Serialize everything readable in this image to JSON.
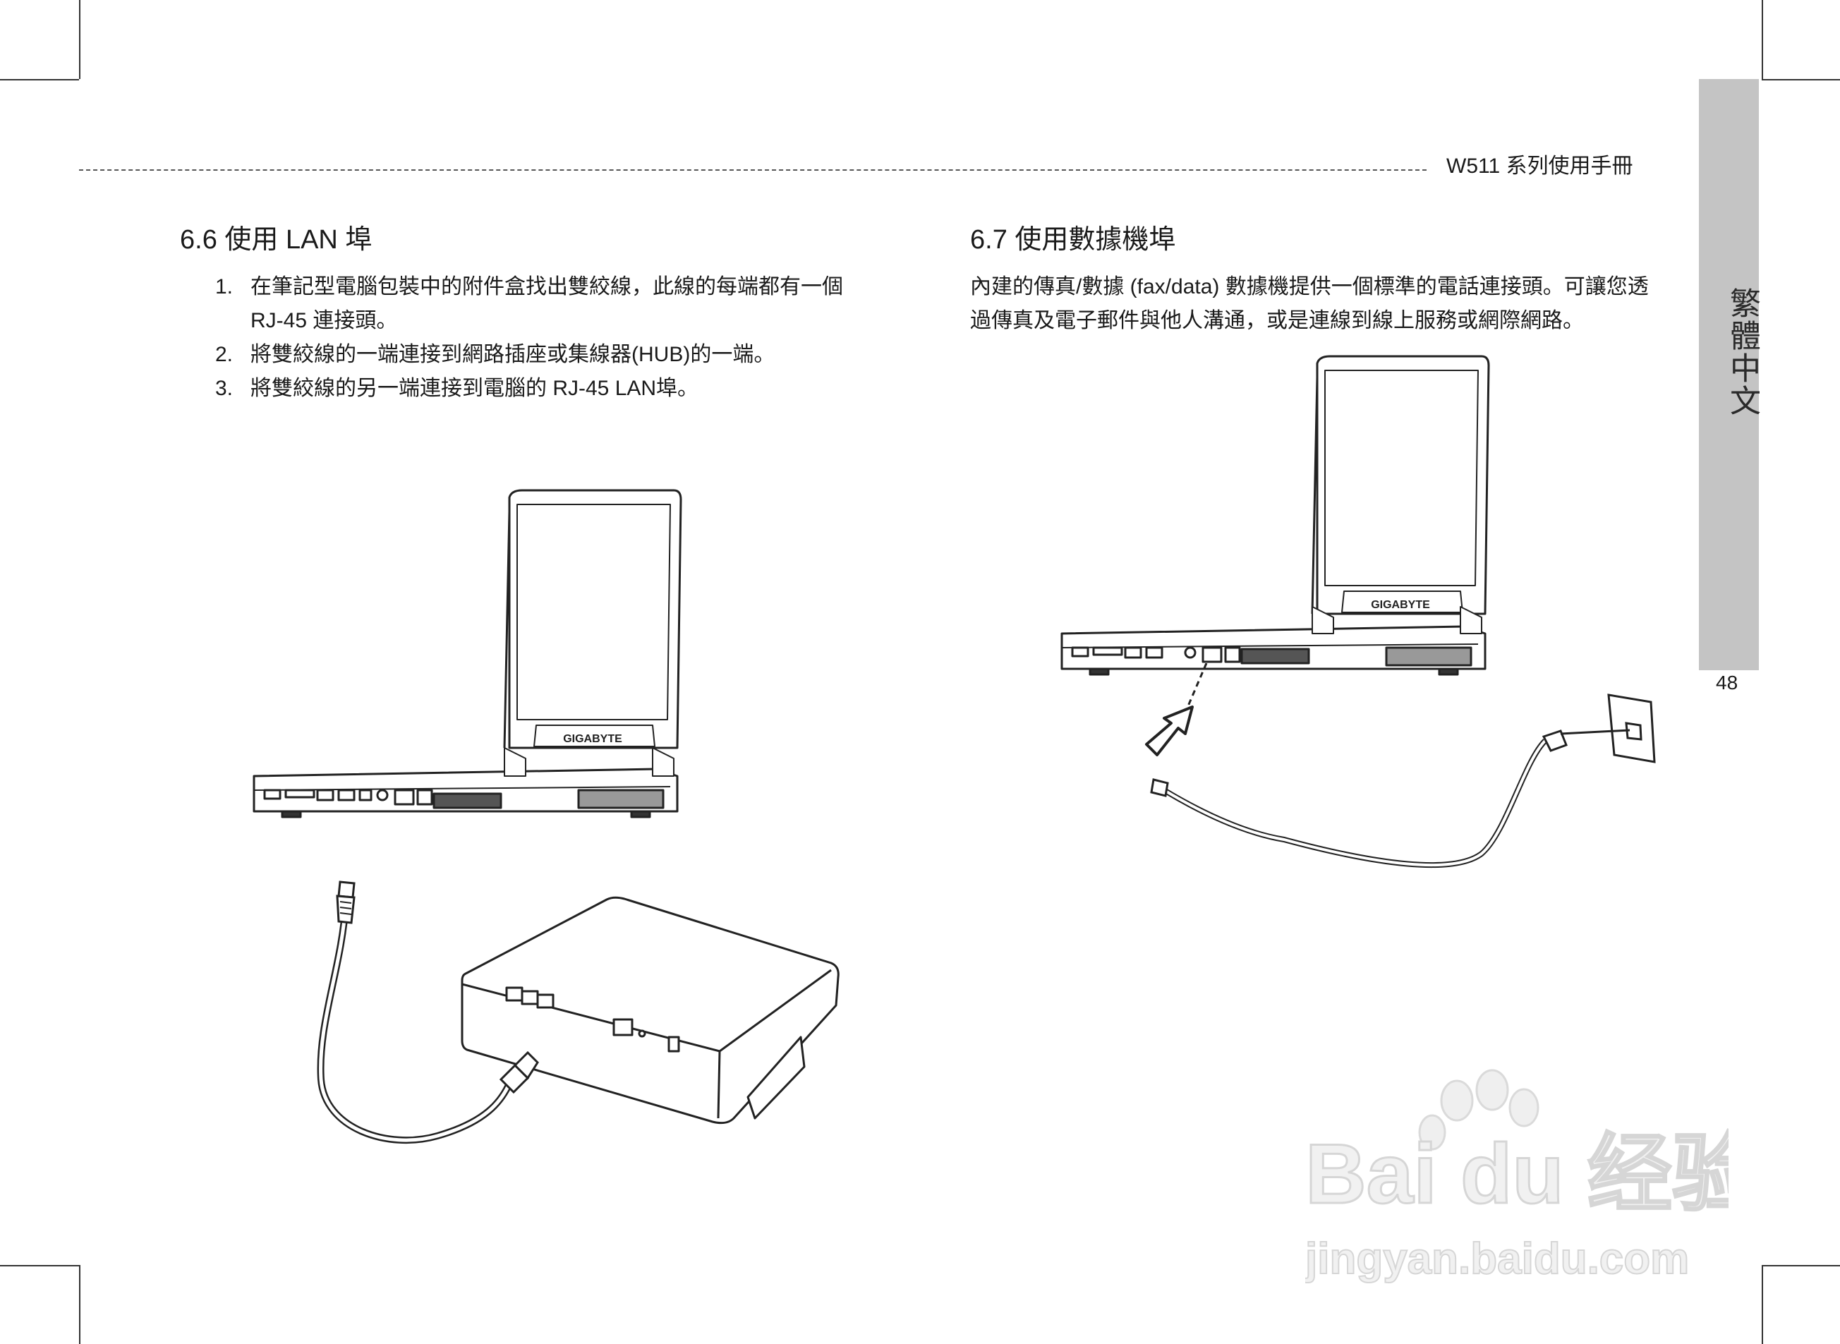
{
  "header": {
    "title": "W511 系列使用手冊"
  },
  "side_tab": {
    "label": "繁體中文"
  },
  "page_number": "48",
  "section_6_6": {
    "title": "6.6 使用 LAN 埠",
    "steps": [
      {
        "num": "1.",
        "text": "在筆記型電腦包裝中的附件盒找出雙絞線，此線的每端都有一個 RJ-45 連接頭。"
      },
      {
        "num": "2.",
        "text": "將雙絞線的一端連接到網路插座或集線器(HUB)的一端。"
      },
      {
        "num": "3.",
        "text": "將雙絞線的另一端連接到電腦的  RJ-45 LAN埠。"
      }
    ],
    "laptop_brand": "GIGABYTE"
  },
  "section_6_7": {
    "title": "6.7 使用數據機埠",
    "body": "內建的傳真/數據 (fax/data) 數據機提供一個標準的電話連接頭。可讓您透過傳真及電子郵件與他人溝通，或是連線到線上服務或網際網路。",
    "laptop_brand": "GIGABYTE"
  },
  "watermark": {
    "logo_text": "Bai du 经验",
    "url": "jingyan.baidu.com"
  }
}
